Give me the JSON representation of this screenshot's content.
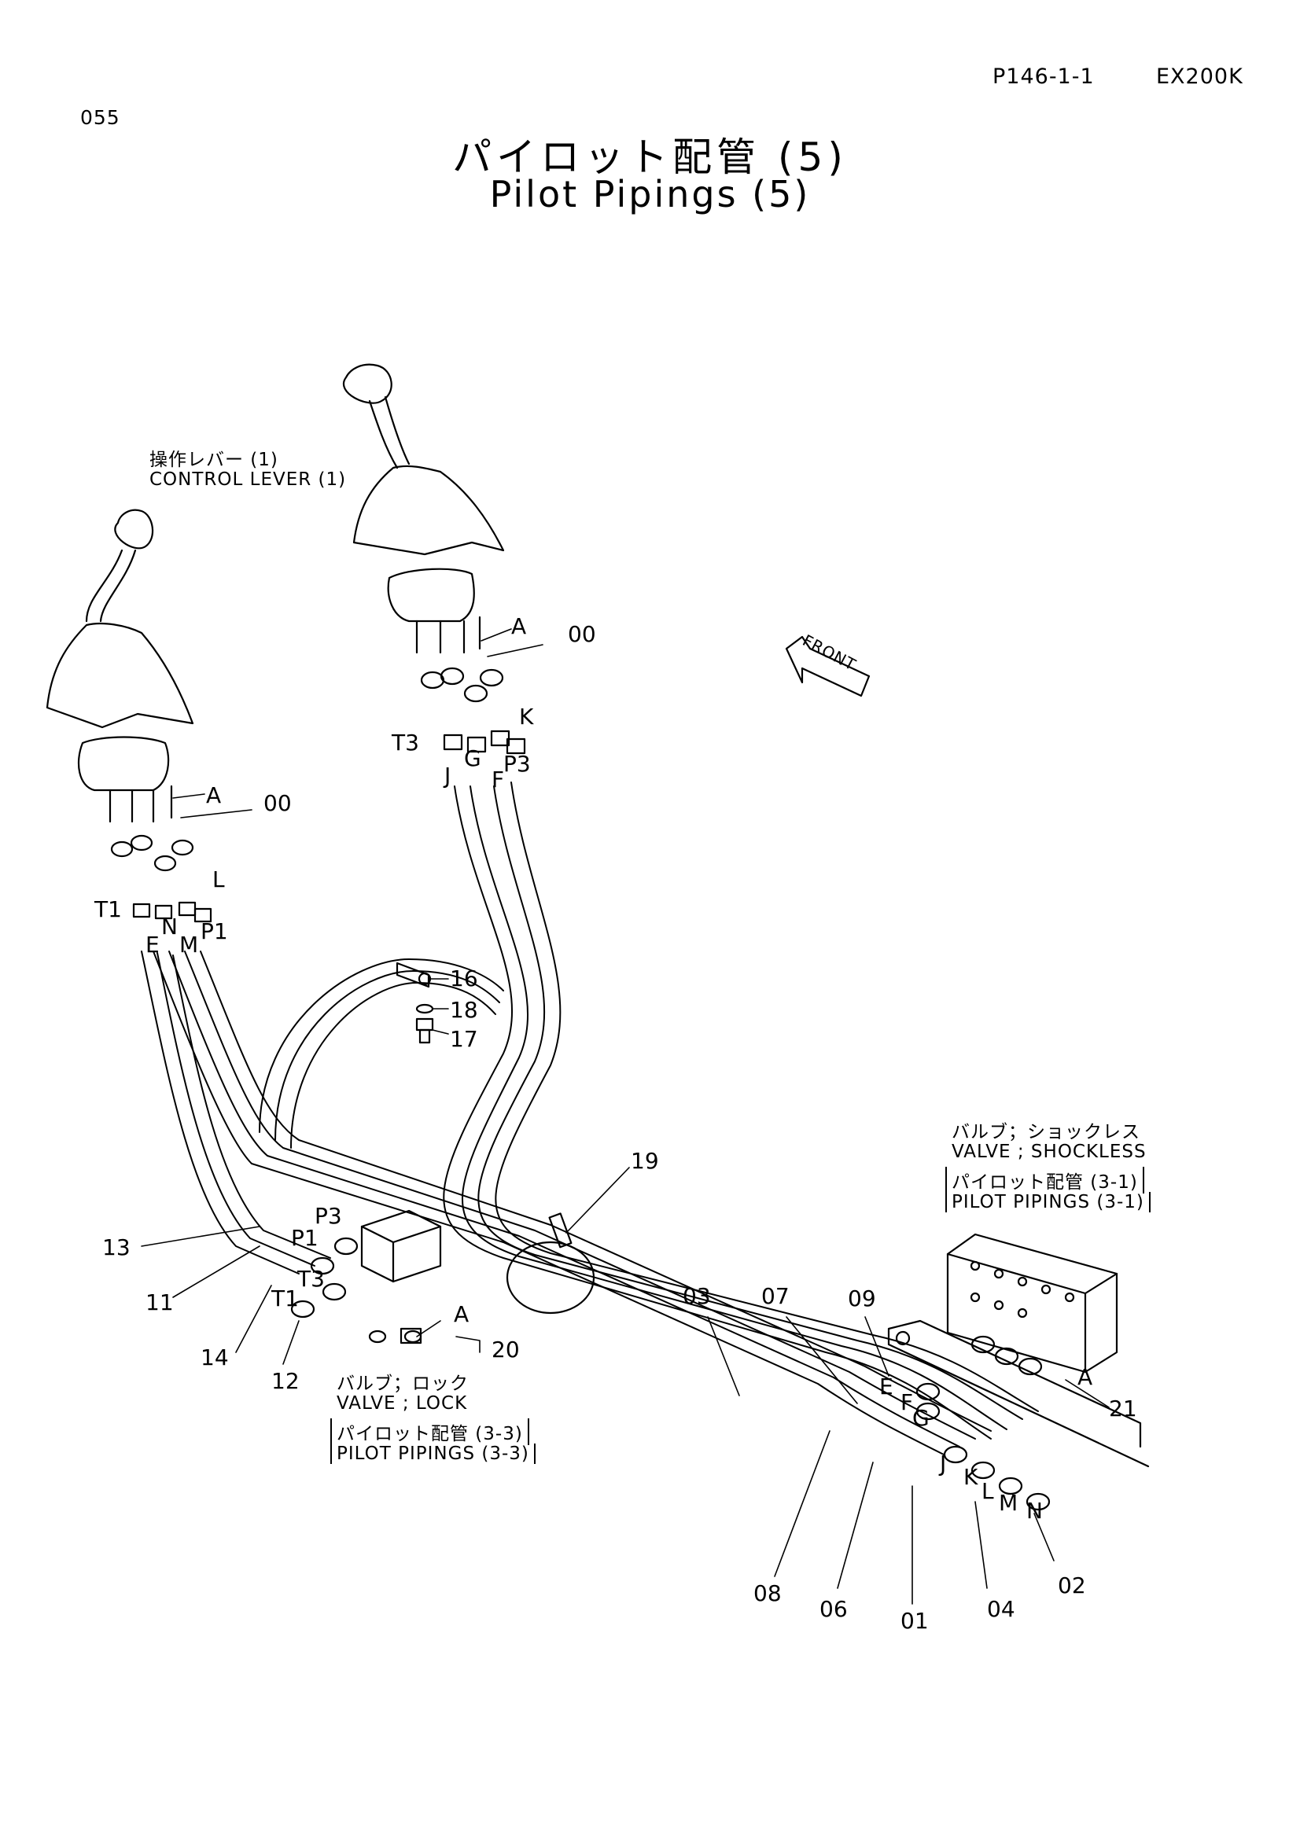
{
  "header": {
    "page_ref": "P146-1-1",
    "model": "EX200K",
    "page_num": "055"
  },
  "title": {
    "japanese": "パイロット配管 (5)",
    "english": "Pilot Pipings (5)"
  },
  "callouts": {
    "control_lever_jp": "操作レバー (1)",
    "control_lever_en": "CONTROL LEVER (1)",
    "shockless_jp": "バルブ；ショックレス",
    "shockless_en": "VALVE ; SHOCKLESS",
    "shockless_ref_jp": "パイロット配管 (3-1)",
    "shockless_ref_en": "PILOT PIPINGS (3-1)",
    "lock_jp": "バルブ；ロック",
    "lock_en": "VALVE ; LOCK",
    "lock_ref_jp": "パイロット配管 (3-3)",
    "lock_ref_en": "PILOT PIPINGS (3-3)"
  },
  "front_label": "FRONT",
  "part_labels": {
    "p00a": "00",
    "p00b": "00",
    "p01": "01",
    "p02": "02",
    "p03": "03",
    "p04": "04",
    "p06": "06",
    "p07": "07",
    "p08": "08",
    "p09": "09",
    "p11": "11",
    "p12": "12",
    "p13": "13",
    "p14": "14",
    "p16": "16",
    "p17": "17",
    "p18": "18",
    "p19": "19",
    "p20": "20",
    "p21": "21"
  },
  "port_labels": {
    "a1": "A",
    "a2": "A",
    "a3": "A",
    "a4": "A",
    "k1": "K",
    "t3a": "T3",
    "g1": "G",
    "j1": "J",
    "f1": "F",
    "p3a": "P3",
    "l1": "L",
    "t1a": "T1",
    "n1": "N",
    "e1": "E",
    "m1": "M",
    "p1a": "P1",
    "p3b": "P3",
    "p1b": "P1",
    "t3b": "T3",
    "t1b": "T1",
    "e2": "E",
    "f2": "F",
    "g2": "G",
    "j2": "J",
    "k2": "K",
    "l2": "L",
    "m2": "M",
    "n2": "N"
  }
}
